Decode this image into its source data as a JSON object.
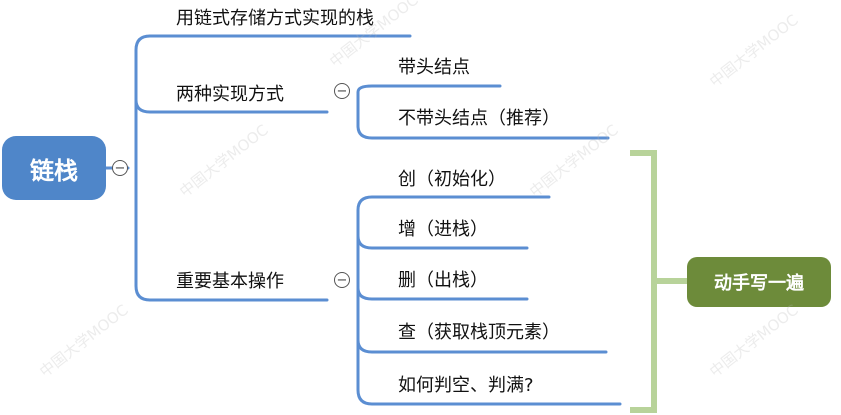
{
  "root": {
    "label": "链栈",
    "color": "#4f86c9"
  },
  "branches": [
    {
      "label": "用链式存储方式实现的栈"
    },
    {
      "label": "两种实现方式",
      "children": [
        "带头结点",
        "不带头结点（推荐）"
      ]
    },
    {
      "label": "重要基本操作",
      "children": [
        "创（初始化）",
        "增（进栈）",
        "删（出栈）",
        "查（获取栈顶元素）",
        "如何判空、判满?"
      ]
    }
  ],
  "collapse_symbol": "−",
  "note": {
    "label": "动手写一遍",
    "color": "#6d8b3a",
    "bracket_color": "#b8d39a"
  },
  "watermark": "中国大学MOOC",
  "colors": {
    "line": "#5b8ed2"
  }
}
